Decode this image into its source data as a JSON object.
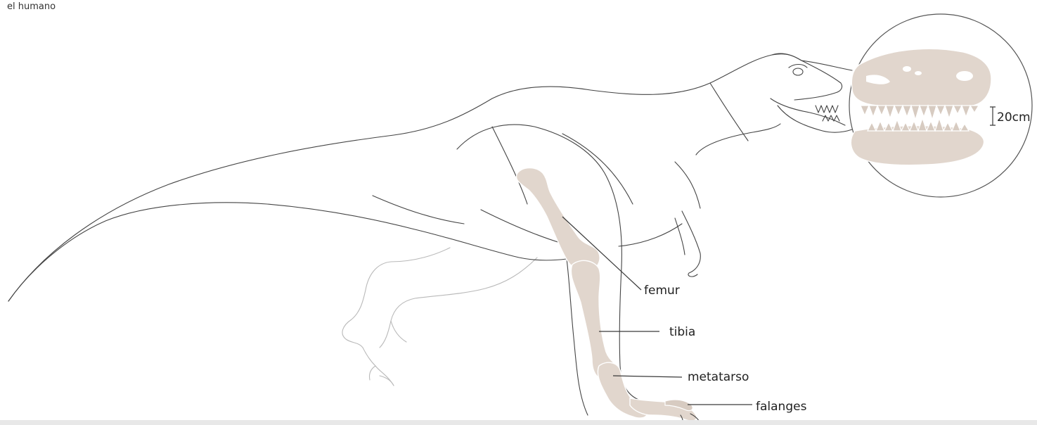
{
  "caption": {
    "text": "el humano"
  },
  "labels": {
    "femur": "femur",
    "tibia": "tibia",
    "metatarso": "metatarso",
    "falanges": "falanges"
  },
  "skull_inset": {
    "scale_text": "20cm"
  },
  "colors": {
    "outline": "#444444",
    "bone": "#e1d6cd",
    "background": "#ffffff"
  }
}
